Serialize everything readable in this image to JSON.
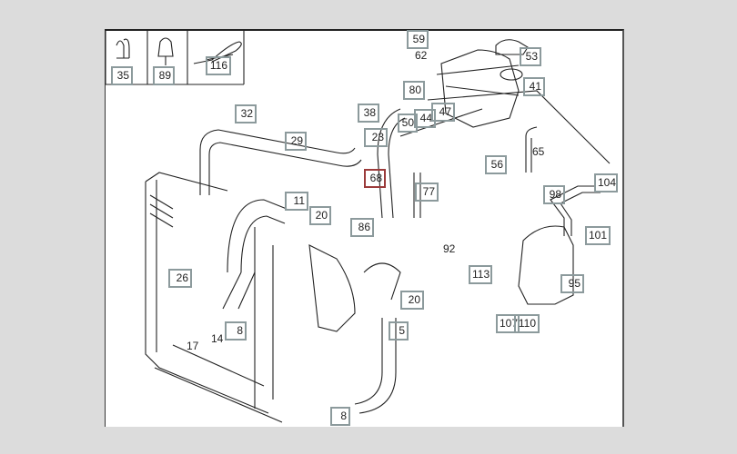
{
  "diagram": {
    "title": "Cooling system hoses and expansion tank parts diagram",
    "selected_callout": "68",
    "colors": {
      "callout_border": "#8c9a9c",
      "selected_border": "#9b3b3b",
      "background": "#dcdcdc",
      "sheet": "#ffffff"
    },
    "inset_callouts": [
      "35",
      "89",
      "116"
    ],
    "callouts": [
      "59",
      "53",
      "41",
      "80",
      "32",
      "38",
      "50",
      "44",
      "47",
      "29",
      "23",
      "56",
      "68",
      "77",
      "98",
      "104",
      "11",
      "20",
      "86",
      "101",
      "26",
      "113",
      "95",
      "20",
      "8",
      "107",
      "110",
      "5",
      "8"
    ],
    "plain_labels": [
      "62",
      "65",
      "92",
      "17",
      "14"
    ]
  }
}
